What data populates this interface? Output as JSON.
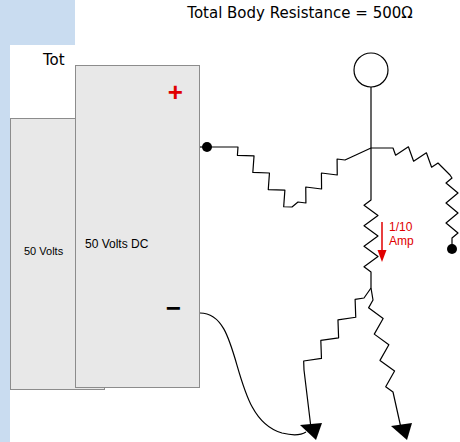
{
  "diagram": {
    "title": "Total Body Resistance = 500Ω",
    "nodes": [
      {
        "text": [
          "50 Volts"
        ]
      },
      {
        "text": [
          "+",
          "50 Volts DC",
          "−"
        ]
      }
    ],
    "labels": [
      "Tot",
      "1/10 Amp"
    ]
  }
}
